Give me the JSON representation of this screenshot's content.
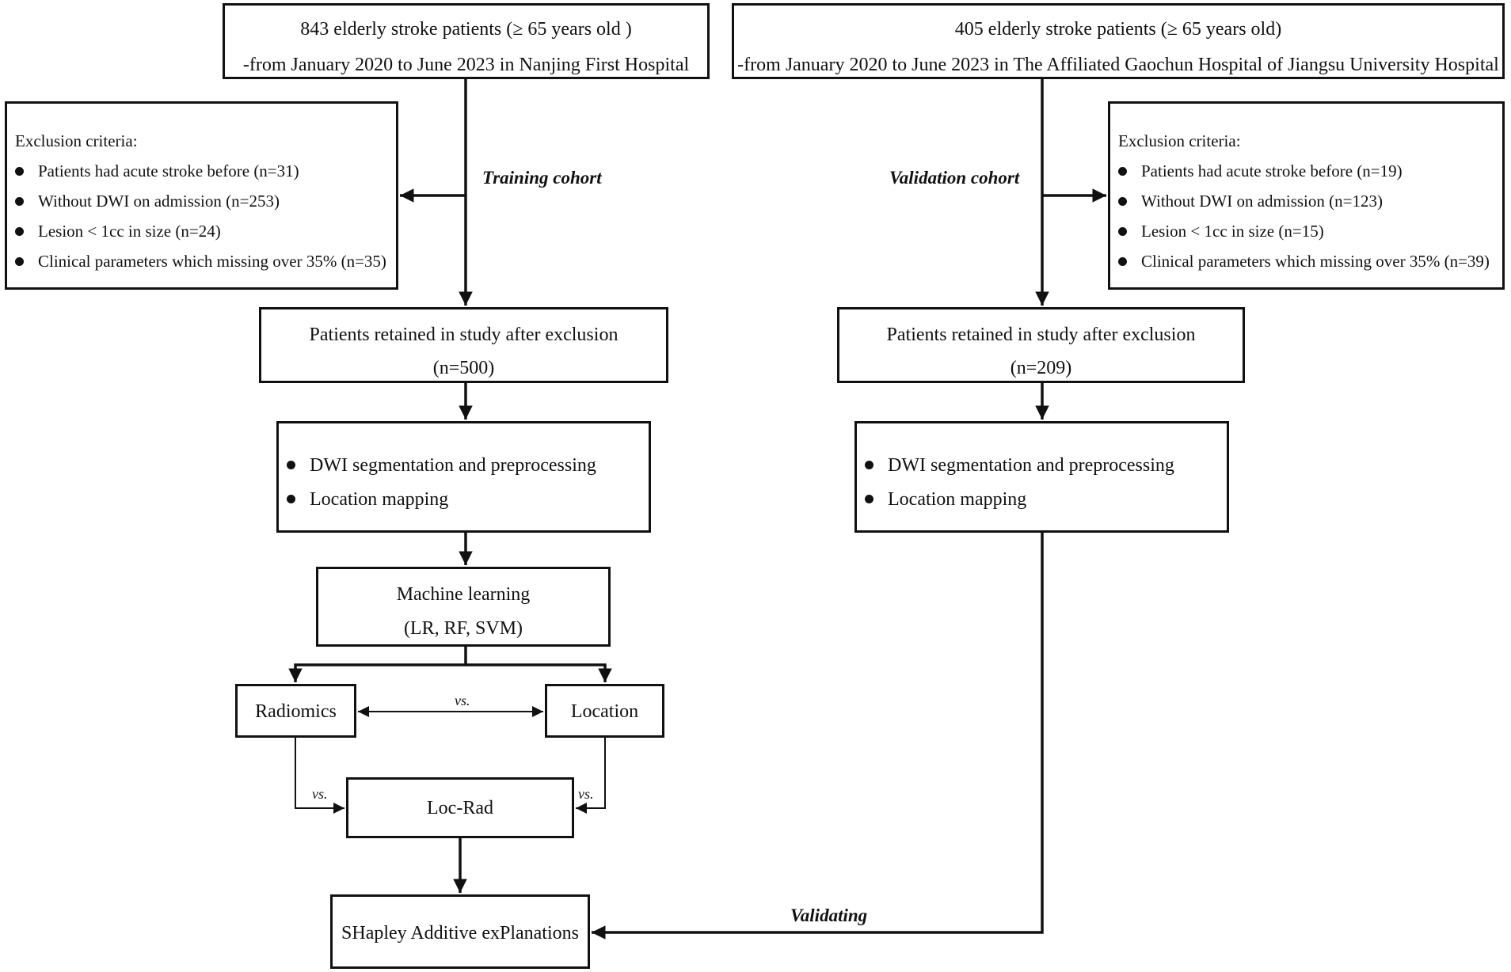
{
  "training": {
    "source_line1": "843 elderly stroke patients (≥ 65 years old )",
    "source_line2": "-from January 2020 to June 2023 in Nanjing First Hospital",
    "cohort_label": "Training cohort",
    "exclusion_title": "Exclusion criteria:",
    "exclusions": [
      "Patients had acute stroke before (n=31)",
      "Without DWI on admission (n=253)",
      "Lesion < 1cc in size (n=24)",
      "Clinical parameters which missing over 35% (n=35)"
    ],
    "retained_line1": "Patients retained in study after exclusion",
    "retained_line2": "(n=500)",
    "processing": [
      "DWI segmentation and preprocessing",
      "Location mapping"
    ],
    "ml_line1": "Machine learning",
    "ml_line2": "(LR, RF, SVM)",
    "radiomics": "Radiomics",
    "location": "Location",
    "locrad": "Loc-Rad",
    "vs": "vs.",
    "shap": "SHapley Additive exPlanations"
  },
  "validation": {
    "source_line1": "405 elderly stroke patients (≥ 65 years old)",
    "source_line2": "-from January 2020 to June 2023 in The Affiliated  Gaochun  Hospital of Jiangsu University Hospital",
    "cohort_label": "Validation cohort",
    "exclusion_title": "Exclusion criteria:",
    "exclusions": [
      "Patients had acute stroke before (n=19)",
      "Without DWI on admission (n=123)",
      "Lesion < 1cc in size (n=15)",
      "Clinical parameters which missing over 35% (n=39)"
    ],
    "retained_line1": "Patients retained in study after exclusion",
    "retained_line2": "(n=209)",
    "processing": [
      "DWI segmentation and preprocessing",
      "Location mapping"
    ],
    "validating_label": "Validating"
  }
}
